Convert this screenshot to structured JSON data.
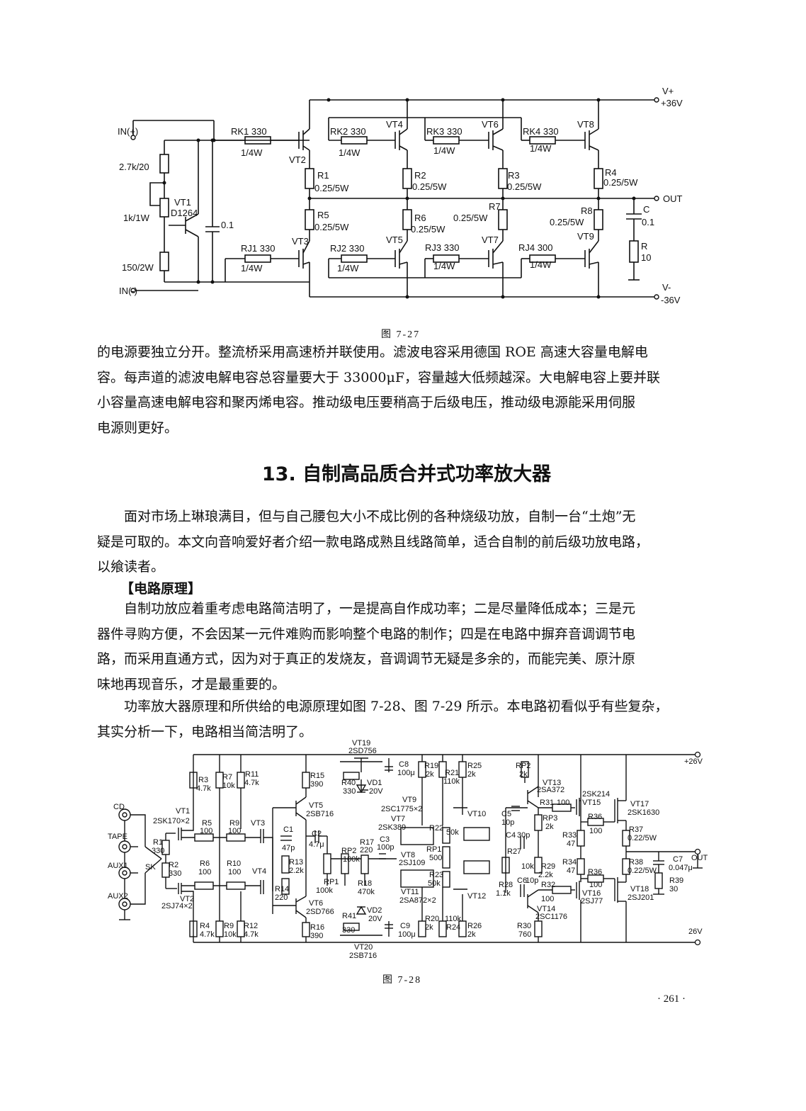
{
  "figure1": {
    "caption": "图 7-27",
    "labels": {
      "in_plus": "IN(+)",
      "in_minus": "IN(-)",
      "r27k": "2.7k/20",
      "r1k": "1k/1W",
      "r150": "150/2W",
      "vt1": "VT1",
      "d1264": "D1264",
      "c01": "0.1",
      "rk1": "RK1 330",
      "rk2": "RK2 330",
      "rk3": "RK3 330",
      "rk4": "RK4 330",
      "rj1": "RJ1 330",
      "rj2": "RJ2 330",
      "rj3": "RJ3 330",
      "rj4": "RJ4 300",
      "w14": "1/4W",
      "vt2": "VT2",
      "vt3": "VT3",
      "vt4": "VT4",
      "vt5": "VT5",
      "vt6": "VT6",
      "vt7": "VT7",
      "vt8": "VT8",
      "vt9": "VT9",
      "r1": "R1",
      "r2": "R2",
      "r3": "R3",
      "r4": "R4",
      "r5": "R5",
      "r6": "R6",
      "r7": "R7",
      "r8": "R8",
      "r025": "0.25/5W",
      "vplus": "V+",
      "p36": "+36V",
      "vminus": "V-",
      "m36": "-36V",
      "out": "OUT",
      "c": "C",
      "c_val": "0.1",
      "r": "R",
      "r_val": "10"
    }
  },
  "para1": {
    "lines": [
      "的电源要独立分开。整流桥采用高速桥并联使用。滤波电容采用德国 ROE 高速大容量电解电",
      "容。每声道的滤波电解电容总容量要大于 33000μF，容量越大低频越深。大电解电容上要并联",
      "小容量高速电解电容和聚丙烯电容。推动级电压要稍高于后级电压，推动级电源能采用伺服",
      "电源则更好。"
    ]
  },
  "heading": "13. 自制高品质合并式功率放大器",
  "para2": {
    "lines": [
      "面对市场上琳琅满目，但与自己腰包大小不成比例的各种烧级功放，自制一台“土炮”无",
      "疑是可取的。本文向音响爱好者介绍一款电路成熟且线路简单，适合自制的前后级功放电路，",
      "以飨读者。"
    ]
  },
  "section_title": "【电路原理】",
  "para3": {
    "lines": [
      "自制功放应着重考虑电路简洁明了，一是提高自作成功率；二是尽量降低成本；三是元",
      "器件寻购方便，不会因某一元件难购而影响整个电路的制作；四是在电路中摒弃音调调节电",
      "路，而采用直通方式，因为对于真正的发烧友，音调调节无疑是多余的，而能完美、原汁原",
      "味地再现音乐，才是最重要的。"
    ]
  },
  "para4": {
    "lines": [
      "功率放大器原理和所供给的电源原理如图 7-28、图 7-29 所示。本电路初看似乎有些复杂，",
      "其实分析一下，电路相当简洁明了。"
    ]
  },
  "figure2": {
    "caption": "图 7-28",
    "labels": {
      "cd": "CD",
      "tape": "TAPE",
      "aux1": "AUX1",
      "aux2": "AUX2",
      "sk": "SK",
      "r1": "R1",
      "r1v": "330",
      "r2": "R2",
      "r2v": "330",
      "vt1": "VT1",
      "vt1t": "2SK170×2",
      "vt2": "VT2",
      "vt2t": "2SJ74×2",
      "r3": "R3",
      "r3v": "4.7k",
      "r4": "R4",
      "r4v": "4.7k",
      "r5": "R5",
      "r5v": "100",
      "r6": "R6",
      "r6v": "100",
      "r7": "R7",
      "r7v": "10k",
      "r8": "R9",
      "r8v": "10k",
      "r9": "R9",
      "r9v": "100",
      "r10": "R10",
      "r10v": "100",
      "r11": "R11",
      "r11v": "4.7k",
      "r12": "R12",
      "r12v": "4.7k",
      "vt3": "VT3",
      "vt4": "VT4",
      "r15": "R15",
      "r15v": "390",
      "r16": "R16",
      "r16v": "390",
      "vt5": "VT5",
      "vt5t": "2SB716",
      "vt6": "VT6",
      "vt6t": "2SD766",
      "c1": "C1",
      "c1v": "47p",
      "c2": "C2",
      "c2v": "4.7μ",
      "r13": "R13",
      "r13v": "2.2k",
      "r14": "R14",
      "r14v": "220",
      "rp1": "RP1",
      "rp1v": "100k",
      "rp2": "RP2",
      "rp2v": "100k",
      "r17": "R17",
      "r17v": "220",
      "r18": "R18",
      "r18v": "470k",
      "c3": "C3",
      "c3v": "100p",
      "vt19": "VT19",
      "vt19t": "2SD756",
      "vt20": "VT20",
      "vt20t": "2SB716",
      "r40": "R40",
      "r40v": "330",
      "r41": "R41",
      "r41v": "330",
      "vd1": "VD1",
      "vd1v": "20V",
      "vd2": "VD2",
      "vd2v": "20V",
      "c8": "C8",
      "c8v": "100μ",
      "c9": "C9",
      "c9v": "100μ",
      "vt9": "VT9",
      "vt9t": "2SC1775×2",
      "vt7": "VT7",
      "vt7t": "2SK389",
      "vt8": "VT8",
      "vt8t": "2SJ109",
      "vt11": "VT11",
      "vt11t": "2SA872×2",
      "vt10": "VT10",
      "vt12": "VT12",
      "r19": "R19",
      "r19v": "2k",
      "r20": "R20",
      "r20v": "2k",
      "r21": "R21",
      "r21v": "110k",
      "r24": "R24",
      "r24v": "110k",
      "r22": "R22",
      "r22v": "50k",
      "r23": "R23",
      "r23v": "50k",
      "rp1b": "RP1",
      "rp1bv": "500",
      "r25": "R25",
      "r25v": "2k",
      "r26": "R26",
      "r26v": "2k",
      "rp2b": "RP2",
      "rp2bv": "2k",
      "vt13": "VT13",
      "vt13t": "2SA372",
      "c5": "C5",
      "c5v": "10p",
      "c4": "C4",
      "c4v": "30p",
      "c6": "C6",
      "c6v": "10p",
      "r31": "R31",
      "r31v": "100",
      "r32": "R32",
      "r32v": "100",
      "rp3": "RP3",
      "rp3v": "2k",
      "r27": "R27",
      "r27v": "10k",
      "r28": "R28",
      "r28v": "1.1k",
      "r29": "R29",
      "r29v": "2.2k",
      "vt14": "VT14",
      "vt14t": "2SC1176",
      "r30": "R30",
      "r30v": "760",
      "vt15": "VT15",
      "vt15t": "2SK214",
      "vt16": "VT16",
      "vt16t": "2SJ77",
      "r33": "R33",
      "r33v": "47",
      "r34": "R34",
      "r34v": "47",
      "r35": "R36",
      "r35v": "100",
      "r36": "R36",
      "r36v": "100",
      "vt17": "VT17",
      "vt17t": "2SK1630",
      "vt18": "VT18",
      "vt18t": "2SJ201",
      "r37": "R37",
      "r37v": "0.22/5W",
      "r38": "R38",
      "r38v": "0.22/5W",
      "c7": "C7",
      "c7v": "0.047μ",
      "r39": "R39",
      "r39v": "30",
      "vpos": "+26V",
      "vneg": "26V",
      "out": "OUT"
    }
  },
  "page_number": "· 261 ·"
}
